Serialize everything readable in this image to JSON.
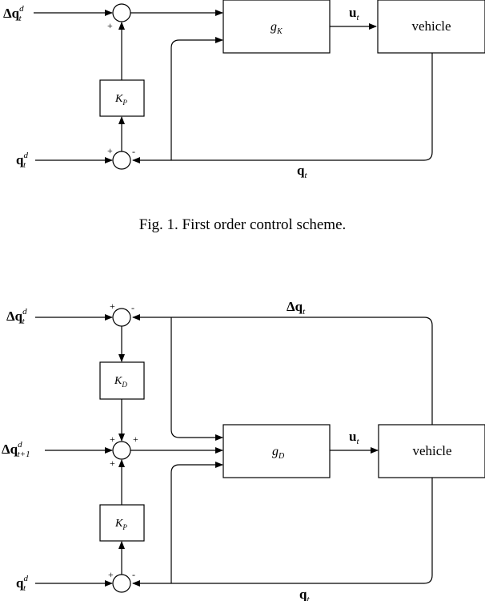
{
  "figure1": {
    "caption": "Fig. 1.   First order control scheme.",
    "input_top": {
      "main": "Δq",
      "sub": "t",
      "sup": "d"
    },
    "input_bottom": {
      "main": "q",
      "sub": "t",
      "sup": "d"
    },
    "gain_p": {
      "main": "K",
      "sub": "P"
    },
    "controller": {
      "main": "g",
      "sub": "K"
    },
    "plant": "vehicle",
    "control_signal": {
      "main": "u",
      "sub": "t"
    },
    "feedback": {
      "main": "q",
      "sub": "t"
    },
    "signs": {
      "top_sum_bottom": "+",
      "bottom_sum_left": "+",
      "bottom_sum_right": "-"
    }
  },
  "figure2": {
    "input_top": {
      "main": "Δq",
      "sub": "t",
      "sup": "d"
    },
    "input_mid": {
      "main": "Δq",
      "sub": "t+1",
      "sup": "d"
    },
    "input_bottom": {
      "main": "q",
      "sub": "t",
      "sup": "d"
    },
    "gain_d": {
      "main": "K",
      "sub": "D"
    },
    "gain_p": {
      "main": "K",
      "sub": "P"
    },
    "controller": {
      "main": "g",
      "sub": "D"
    },
    "plant": "vehicle",
    "control_signal": {
      "main": "u",
      "sub": "t"
    },
    "feedback_top": {
      "main": "Δq",
      "sub": "t"
    },
    "feedback_bottom": {
      "main": "q",
      "sub": "t"
    },
    "signs": {
      "top_left": "+",
      "top_right": "-",
      "mid_left_top": "+",
      "mid_right": "+",
      "mid_left_bottom": "+",
      "bottom_left": "+",
      "bottom_right": "-"
    }
  }
}
